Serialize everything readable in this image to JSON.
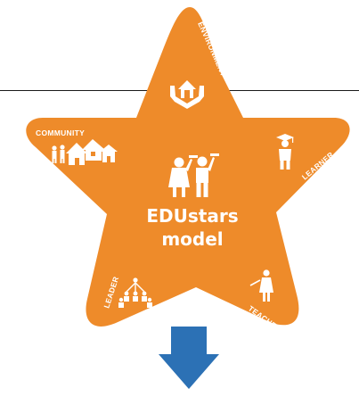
{
  "colors": {
    "star": "#ee8b2a",
    "arrow": "#2c71b5",
    "icon": "#ffffff",
    "rule": "#1a1a1a"
  },
  "title": {
    "line1": "EDUstars",
    "line2": "model"
  },
  "labels": {
    "environment": "ENVIRONMENT",
    "community": "COMMUNITY",
    "learner": "LEARNER",
    "leader": "LEADER",
    "teacher": "TEACHER"
  },
  "icons": [
    "house-hands-icon",
    "village-icon",
    "graduate-icon",
    "hierarchy-icon",
    "teacher-icon",
    "children-icon",
    "down-arrow-icon"
  ]
}
